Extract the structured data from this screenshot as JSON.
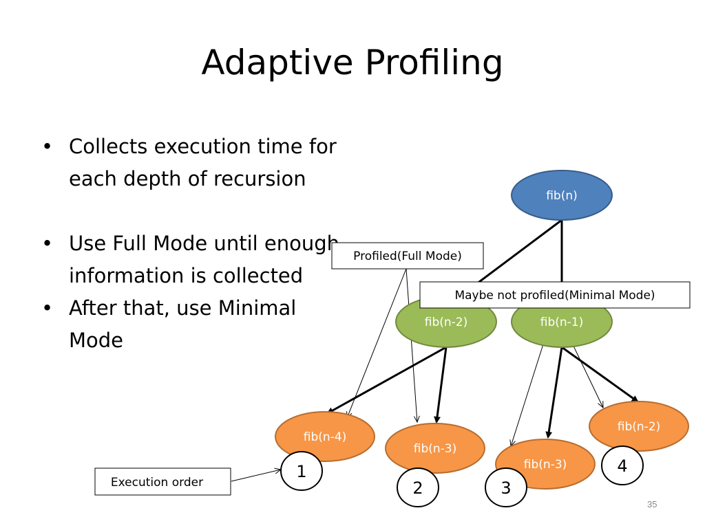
{
  "slide": {
    "title": "Adaptive Profiling",
    "bullets": [
      "Collects execution time for each depth of recursion",
      "Use Full Mode until enough information is collected",
      "After that, use Minimal Mode"
    ],
    "page_number": "35"
  },
  "diagram": {
    "nodes": {
      "root": "fib(n)",
      "l1_left": "fib(n-2)",
      "l1_right": "fib(n-1)",
      "l2_a": "fib(n-4)",
      "l2_b": "fib(n-3)",
      "l2_c": "fib(n-3)",
      "l2_d": "fib(n-2)"
    },
    "callouts": {
      "profiled": "Profiled(Full Mode)",
      "not_profiled": "Maybe not profiled(Minimal Mode)",
      "execution_order": "Execution order"
    },
    "order_markers": [
      "1",
      "2",
      "3",
      "4"
    ],
    "colors": {
      "root_fill": "#4f81bd",
      "level1_fill": "#9bbb59",
      "level2_fill": "#f79646",
      "text_on_node": "#ffffff"
    }
  }
}
